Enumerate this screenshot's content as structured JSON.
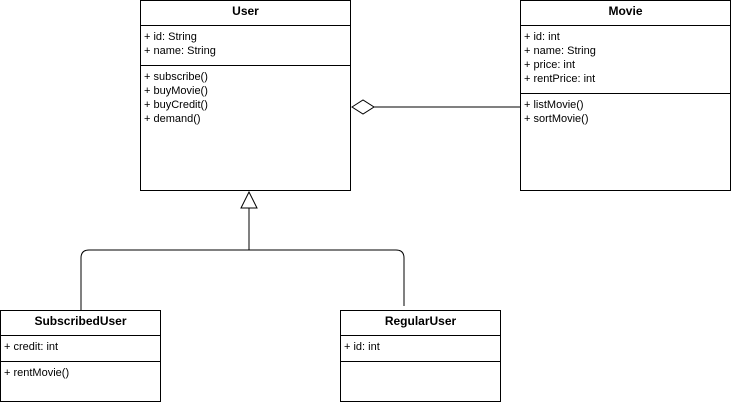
{
  "classes": {
    "user": {
      "name": "User",
      "attributes": [
        "+ id: String",
        "+ name: String"
      ],
      "methods": [
        "+ subscribe()",
        "+ buyMovie()",
        "+ buyCredit()",
        "+ demand()"
      ]
    },
    "movie": {
      "name": "Movie",
      "attributes": [
        "+ id: int",
        "+ name: String",
        "+ price: int",
        "+ rentPrice: int"
      ],
      "methods": [
        "+ listMovie()",
        "+ sortMovie()"
      ]
    },
    "subscribed_user": {
      "name": "SubscribedUser",
      "attributes": [
        "+ credit: int"
      ],
      "methods": [
        "+ rentMovie()"
      ]
    },
    "regular_user": {
      "name": "RegularUser",
      "attributes": [
        "+ id: int"
      ],
      "methods": []
    }
  },
  "relationships": [
    {
      "type": "aggregation",
      "whole": "User",
      "part": "Movie"
    },
    {
      "type": "generalization",
      "parent": "User",
      "children": [
        "SubscribedUser",
        "RegularUser"
      ]
    }
  ],
  "colors": {
    "line": "#000000",
    "box_fill": "#ffffff"
  }
}
